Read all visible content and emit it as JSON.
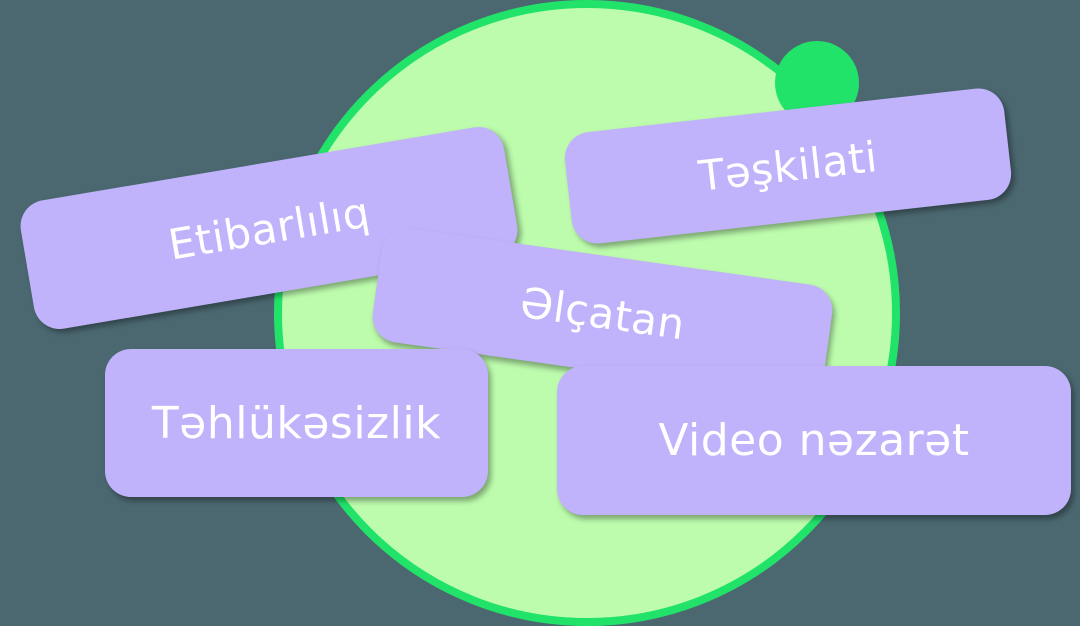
{
  "colors": {
    "background": "#4b6870",
    "circle_fill": "#bdfcad",
    "circle_border": "#22e36a",
    "card": "#c0b3fb",
    "card_text": "#ffffff"
  },
  "tags": [
    {
      "label": "Etibarlılıq"
    },
    {
      "label": "Təşkilati"
    },
    {
      "label": "Əlçatan"
    },
    {
      "label": "Təhlükəsizlik"
    },
    {
      "label": "Video nəzarət"
    }
  ]
}
